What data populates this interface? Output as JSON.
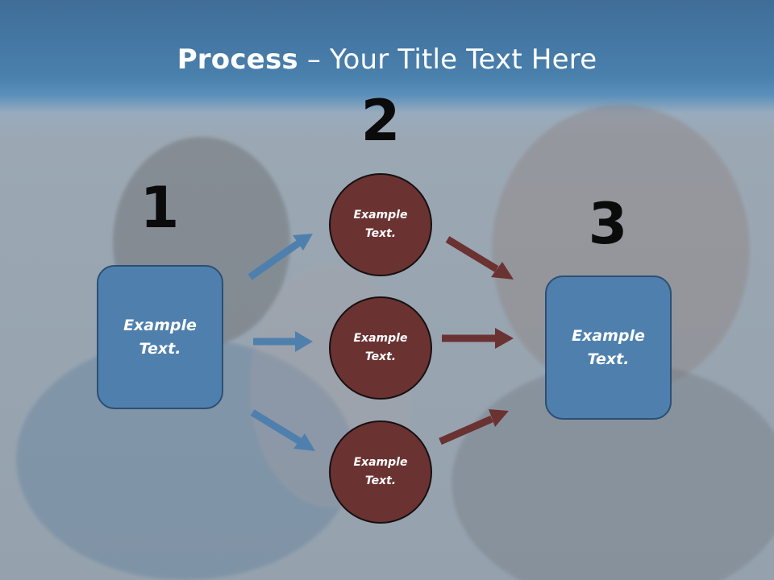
{
  "title": {
    "bold": "Process",
    "rest": " – Your Title Text Here"
  },
  "steps": {
    "one": "1",
    "two": "2",
    "three": "3"
  },
  "box_left": {
    "line1": "Example",
    "line2": "Text."
  },
  "box_right": {
    "line1": "Example",
    "line2": "Text."
  },
  "circles": [
    {
      "line1": "Example",
      "line2": "Text."
    },
    {
      "line1": "Example",
      "line2": "Text."
    },
    {
      "line1": "Example",
      "line2": "Text."
    }
  ],
  "colors": {
    "blue_box": "#4f80ad",
    "blue_arrow": "#4f80ad",
    "maroon_circle": "#6b3232",
    "maroon_arrow": "#6b3232",
    "title_bar": "#4a80ad"
  }
}
